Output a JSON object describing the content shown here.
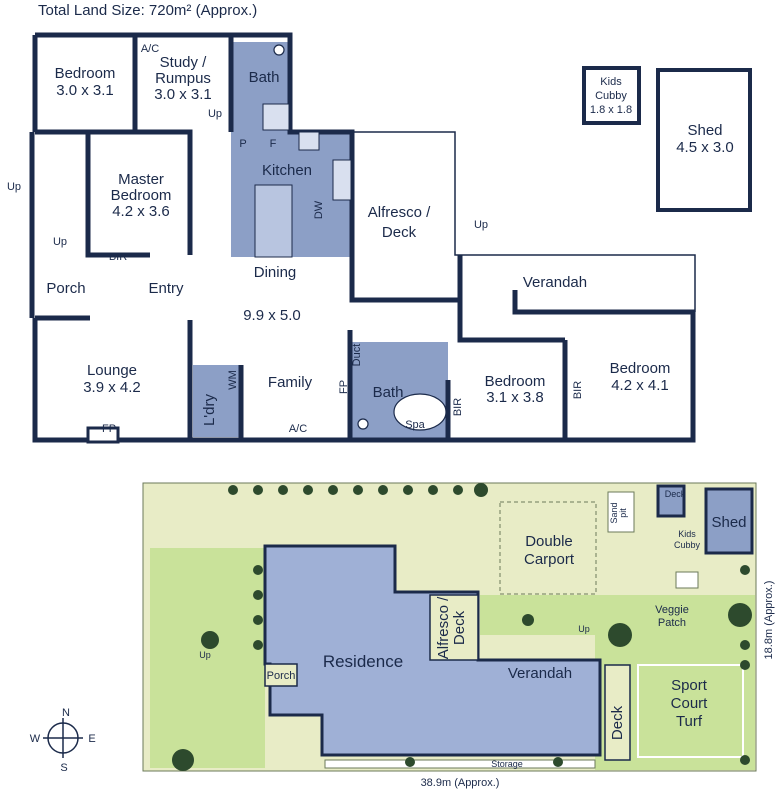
{
  "header": {
    "title": "Total Land Size: 720m²  (Approx.)"
  },
  "floor_plan": {
    "rooms": {
      "bedroom1": {
        "name": "Bedroom",
        "size": "3.0 x 3.1"
      },
      "study": {
        "name1": "Study /",
        "name2": "Rumpus",
        "size": "3.0 x 3.1"
      },
      "bath1": {
        "name": "Bath"
      },
      "master": {
        "name1": "Master",
        "name2": "Bedroom",
        "size": "4.2 x 3.6"
      },
      "kitchen": {
        "name": "Kitchen"
      },
      "alfresco": {
        "name1": "Alfresco /",
        "name2": "Deck"
      },
      "dining": {
        "name": "Dining"
      },
      "porch": {
        "name": "Porch"
      },
      "entry": {
        "name": "Entry"
      },
      "living": {
        "size": "9.9 x 5.0"
      },
      "verandah": {
        "name": "Verandah"
      },
      "lounge": {
        "name": "Lounge",
        "size": "3.9 x 4.2"
      },
      "family": {
        "name": "Family"
      },
      "laundry": {
        "name": "L'dry"
      },
      "bath2": {
        "name": "Bath"
      },
      "bedroom2": {
        "name": "Bedroom",
        "size": "3.1 x 3.8"
      },
      "bedroom3": {
        "name": "Bedroom",
        "size": "4.2 x 4.1"
      },
      "kids_cubby": {
        "name1": "Kids",
        "name2": "Cubby",
        "size": "1.8 x 1.8"
      },
      "shed": {
        "name": "Shed",
        "size": "4.5 x 3.0"
      }
    },
    "fixtures": {
      "ac1": "A/C",
      "ac2": "A/C",
      "up": "Up",
      "pantry": "P",
      "fridge": "F",
      "dw": "DW",
      "bir": "BIR",
      "wm": "WM",
      "fp": "FP",
      "duct": "Duct",
      "spa": "Spa"
    }
  },
  "site_plan": {
    "residence": "Residence",
    "double_carport1": "Double",
    "double_carport2": "Carport",
    "alfresco1": "Alfresco /",
    "alfresco2": "Deck",
    "porch": "Porch",
    "verandah": "Verandah",
    "deck": "Deck",
    "shed": "Shed",
    "kids_cubby1": "Kids",
    "kids_cubby2": "Cubby",
    "sand_pit1": "Sand",
    "sand_pit2": "pit",
    "veggie1": "Veggie",
    "veggie2": "Patch",
    "sport1": "Sport",
    "sport2": "Court",
    "sport3": "Turf",
    "storage": "Storage",
    "up": "Up",
    "width_label": "38.9m (Approx.)",
    "depth_label": "18.8m (Approx.)"
  },
  "compass": {
    "n": "N",
    "s": "S",
    "e": "E",
    "w": "W"
  },
  "colors": {
    "wall": "#1b2a4a",
    "wet_area": "#8c9fc6",
    "lawn": "#c9e29a",
    "paving": "#e8ecc6",
    "residence": "#9fb0d6",
    "tree": "#2d4a2d"
  }
}
